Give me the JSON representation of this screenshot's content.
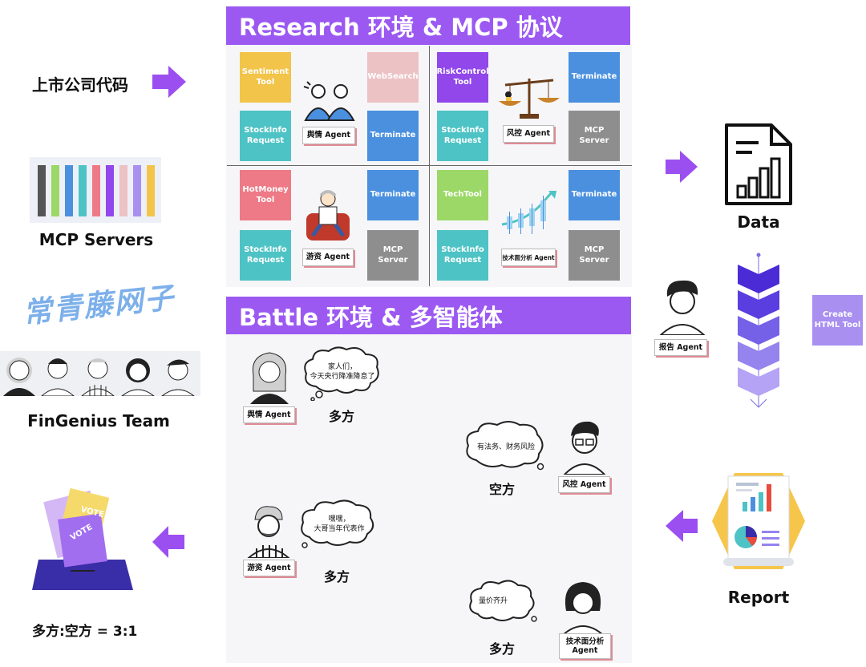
{
  "left": {
    "stock_code_label": "上市公司代码",
    "mcp_servers_label": "MCP Servers",
    "watermark": "常青藤网子",
    "team_label": "FinGenius Team",
    "vote_result": "多方:空方 = 3:1",
    "vote_text_1": "VOTE",
    "vote_text_2": "VOTE",
    "mcp_bar_colors": [
      "#555555",
      "#9bd867",
      "#4a90df",
      "#4ec3c5",
      "#ed7a86",
      "#9147ea",
      "#ecc2c4",
      "#a88ff0",
      "#f2c44a"
    ]
  },
  "research": {
    "title": "Research 环境 & MCP 协议",
    "q1": {
      "tool": "Sentiment\nTool",
      "search": "WebSearch",
      "request": "StockInfo\nRequest",
      "terminate": "Terminate",
      "agent": "舆情 Agent"
    },
    "q2": {
      "tool": "RiskControl\nTool",
      "terminate": "Terminate",
      "request": "StockInfo\nRequest",
      "server": "MCP Server",
      "agent": "风控 Agent"
    },
    "q3": {
      "tool": "HotMoney\nTool",
      "terminate": "Terminate",
      "request": "StockInfo\nRequest",
      "server": "MCP Server",
      "agent": "游资 Agent"
    },
    "q4": {
      "tool": "TechTool",
      "terminate": "Terminate",
      "request": "StockInfo\nRequest",
      "server": "MCP Server",
      "agent": "技术面分析 Agent"
    }
  },
  "battle": {
    "title": "Battle 环境 & 多智能体",
    "a1": {
      "tag": "舆情 Agent",
      "bubble": "家人们，\n今天央行降准降息了",
      "stance": "多方"
    },
    "a2": {
      "tag": "风控 Agent",
      "bubble": "有法务、财务风险",
      "stance": "空方"
    },
    "a3": {
      "tag": "游资 Agent",
      "bubble": "嘿嘿，\n大哥当年代表作",
      "stance": "多方"
    },
    "a4": {
      "tag": "技术面分析\nAgent",
      "bubble": "量价齐升",
      "stance": "多方"
    }
  },
  "right": {
    "data_label": "Data",
    "report_agent": "报告 Agent",
    "create_tool": "Create\nHTML Tool",
    "report_label": "Report"
  },
  "colors": {
    "accent": "#9b59f2",
    "arrow": "#9b4ff0",
    "chevron_dark": "#4a2bd6",
    "chevron_light": "#b5a3f5"
  }
}
